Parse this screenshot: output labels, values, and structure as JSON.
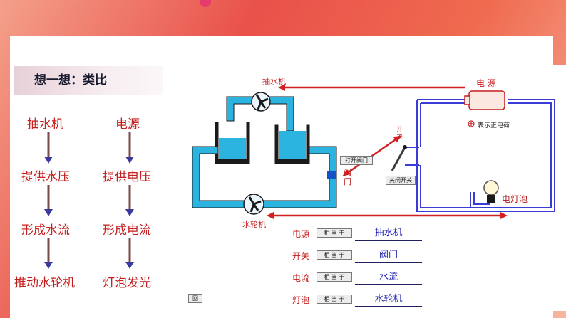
{
  "heading": "想一想：类比",
  "left_column": [
    "抽水机",
    "提供水压",
    "形成水流",
    "推动水轮机"
  ],
  "right_column": [
    "电源",
    "提供电压",
    "形成电流",
    "灯泡发光"
  ],
  "diagram": {
    "pump_label": "抽水机",
    "power_label": "电 源",
    "switch_label": "开关",
    "valve_label": "阀门",
    "open_valve_button": "打开阀门",
    "close_switch_button": "关闭开关",
    "positive_charge_note": "表示正电荷",
    "lamp_label": "电灯泡",
    "turbine_label": "水轮机",
    "back_button": "回"
  },
  "analogy_table": [
    {
      "term": "电源",
      "button": "相 当 于",
      "answer": "抽水机"
    },
    {
      "term": "开关",
      "button": "相 当 于",
      "answer": "阀门"
    },
    {
      "term": "电流",
      "button": "相 当 于",
      "answer": "水流"
    },
    {
      "term": "灯泡",
      "button": "相 当 于",
      "answer": "水轮机"
    }
  ],
  "colors": {
    "accent_red": "#c41e1e",
    "water": "#29b8e5",
    "circuit": "#3b3bd6",
    "answer_blue": "#1f1fb0"
  }
}
